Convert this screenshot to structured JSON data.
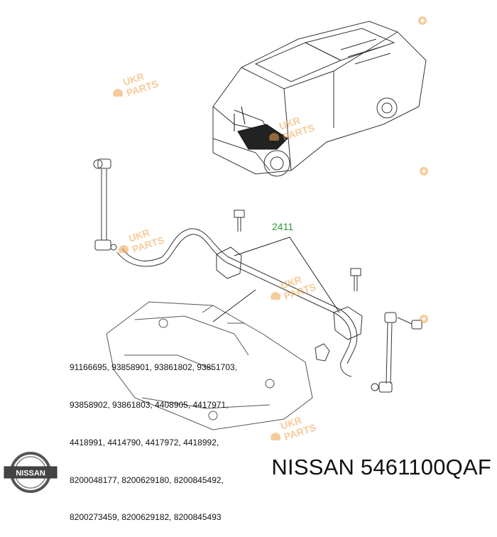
{
  "callout_label": "2411",
  "part_numbers": [
    "91166695, 93858901, 93861802, 93851703,",
    "93858902, 93861803, 4408905, 4417971,",
    "4418991, 4414790, 4417972, 4418992,",
    "8200048177, 8200629180, 8200845492,",
    "8200273459, 8200629182, 8200845493"
  ],
  "caption": {
    "brand": "NISSAN",
    "part_number": "5461100QAF"
  },
  "logo": {
    "text": "NISSAN"
  },
  "watermark": {
    "line1": "UKR",
    "line2": "PARTS"
  },
  "colors": {
    "callout": "#2e9a3a",
    "watermark": "#f0a24a",
    "line": "#222222"
  },
  "icons": [
    "gear-icon",
    "nissan-logo"
  ]
}
